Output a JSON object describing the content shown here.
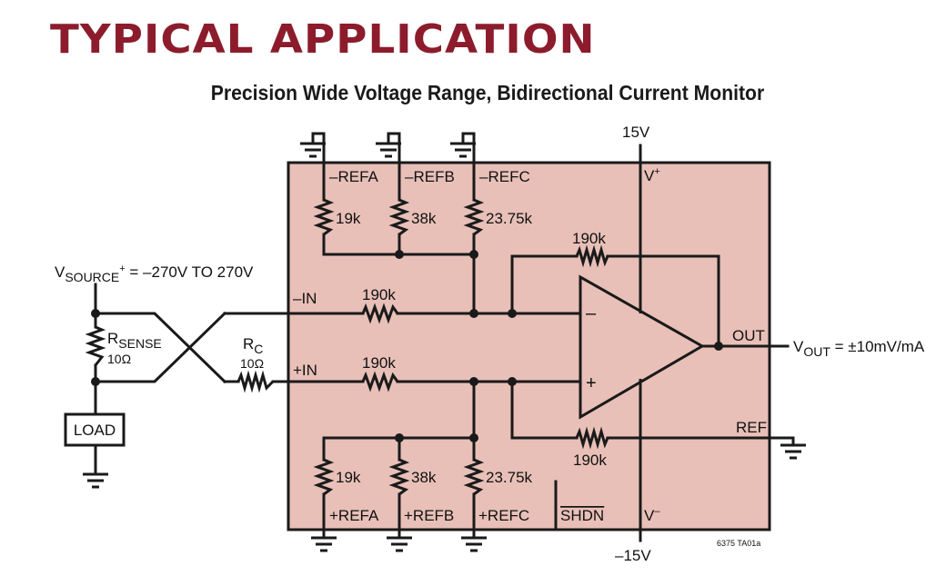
{
  "section_title": "TYPICAL APPLICATION",
  "diagram_title": "Precision Wide Voltage Range, Bidirectional Current Monitor",
  "colors": {
    "title": "#8c1c2c",
    "package_fill": "#e8c0b8",
    "wire": "#1a1a1a"
  },
  "supply": {
    "positive": "15V",
    "negative": "–15V",
    "vplus": "V",
    "vplus_sup": "+",
    "vminus": "V",
    "vminus_sup": "–"
  },
  "pins": {
    "minus_refa": "–REFA",
    "minus_refb": "–REFB",
    "minus_refc": "–REFC",
    "plus_refa": "+REFA",
    "plus_refb": "+REFB",
    "plus_refc": "+REFC",
    "minus_in": "–IN",
    "plus_in": "+IN",
    "out": "OUT",
    "ref": "REF",
    "shdn": "SHDN"
  },
  "resistors": {
    "top_a": "19k",
    "top_b": "38k",
    "top_c": "23.75k",
    "bot_a": "19k",
    "bot_b": "38k",
    "bot_c": "23.75k",
    "in_minus": "190k",
    "in_plus": "190k",
    "feedback": "190k",
    "ref_feedback": "190k"
  },
  "opamp": {
    "minus_sign": "–",
    "plus_sign": "+"
  },
  "source": {
    "label": "V",
    "sub": "SOURCE",
    "sup": "+",
    "range": " = –270V TO 270V"
  },
  "rsense": {
    "name": "R",
    "sub": "SENSE",
    "value": "10Ω"
  },
  "rc": {
    "name": "R",
    "sub": "C",
    "value": "10Ω"
  },
  "load": "LOAD",
  "vout": {
    "name": "V",
    "sub": "OUT",
    "value": " = ±10mV/mA"
  },
  "figure_id": "6375 TA01a"
}
